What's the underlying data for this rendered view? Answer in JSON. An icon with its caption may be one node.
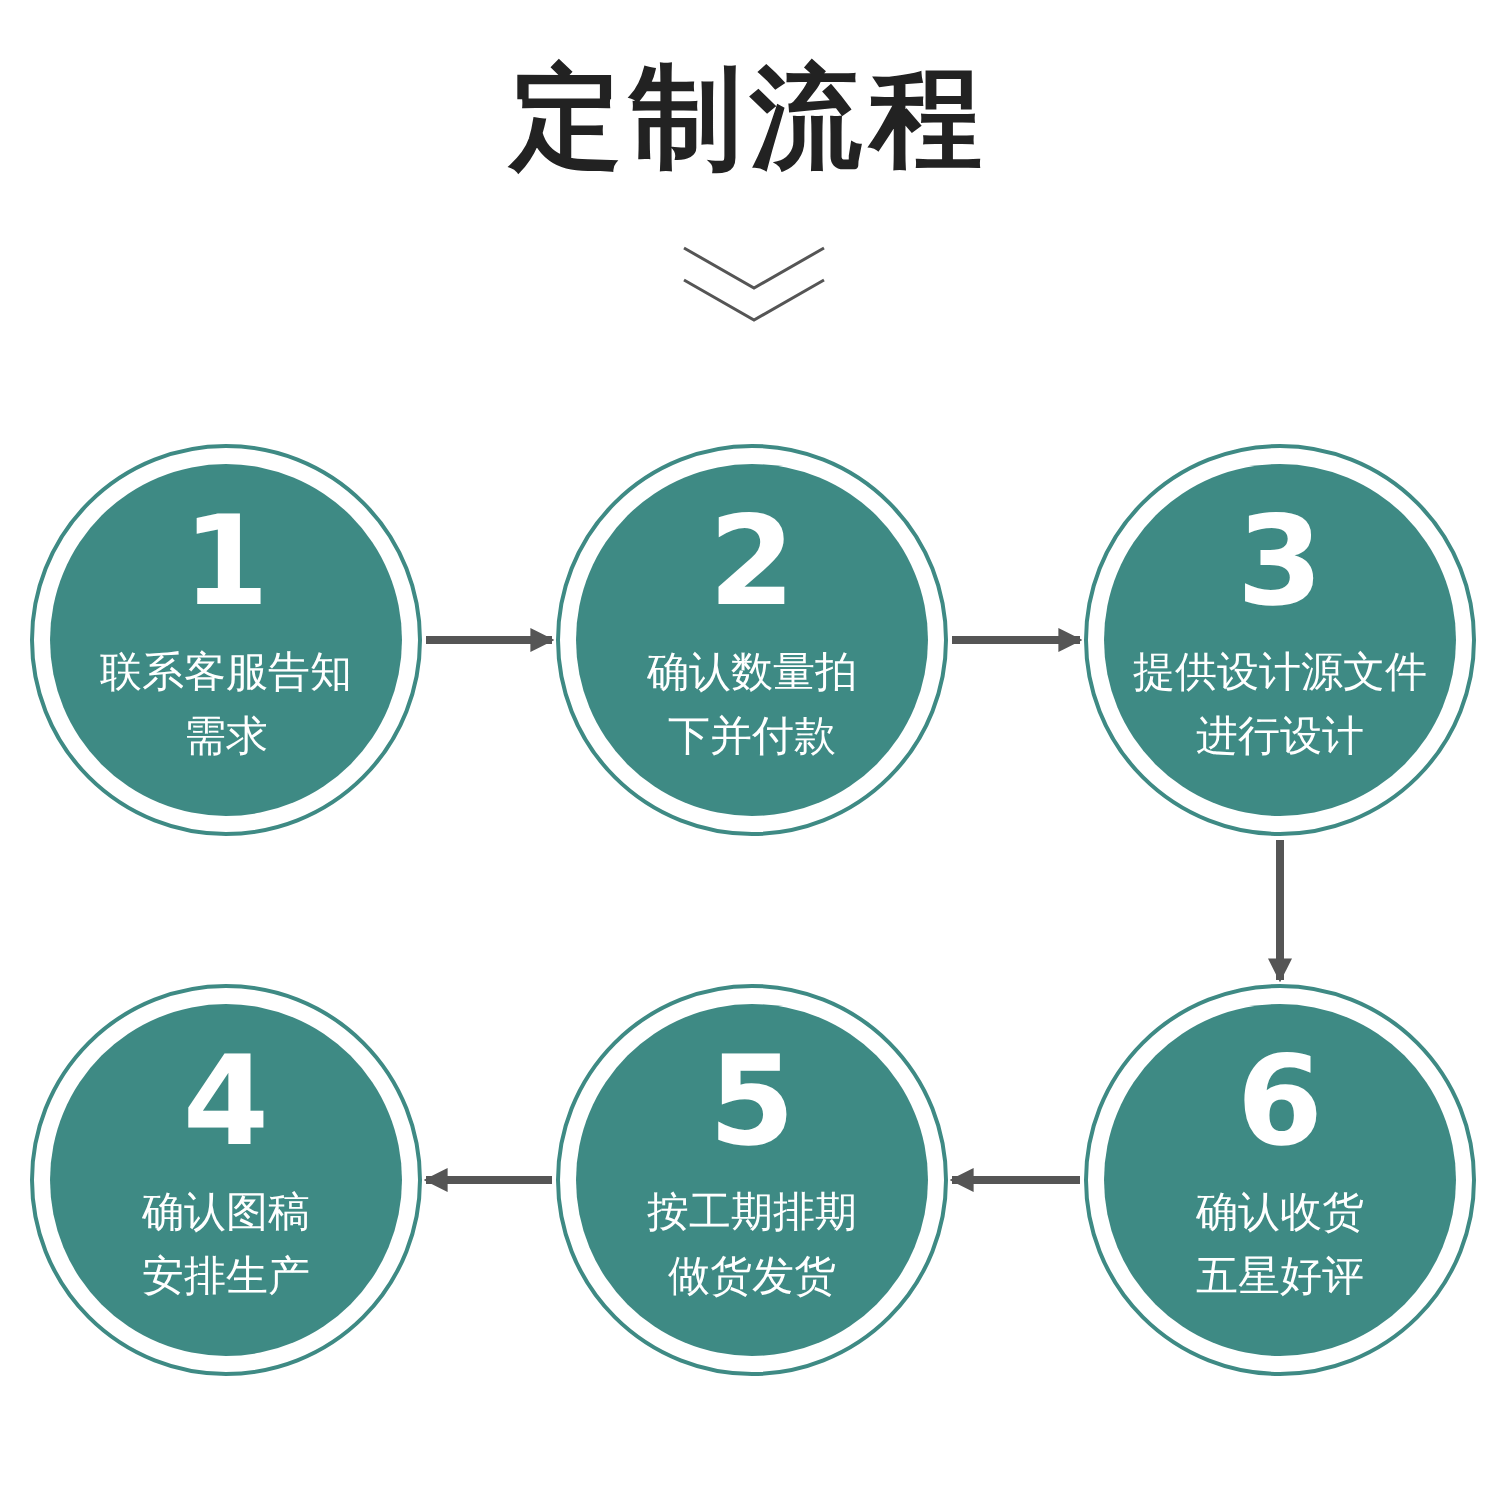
{
  "diagram": {
    "title": "定制流程",
    "nodes": [
      {
        "text": [
          "1",
          "联系客服告知需求"
        ]
      },
      {
        "text": [
          "2",
          "确认数量拍下并付款"
        ]
      },
      {
        "text": [
          "3",
          "提供设计源文件进行设计"
        ]
      },
      {
        "text": [
          "4",
          "确认图稿安排生产"
        ]
      },
      {
        "text": [
          "5",
          "按工期排期做货发货"
        ]
      },
      {
        "text": [
          "6",
          "确认收货五星好评"
        ]
      }
    ],
    "edges": [
      {
        "from": 0,
        "to": 1,
        "arrow": "to"
      },
      {
        "from": 1,
        "to": 2,
        "arrow": "to"
      },
      {
        "from": 2,
        "to": 5,
        "arrow": "to"
      },
      {
        "from": 5,
        "to": 4,
        "arrow": "to"
      },
      {
        "from": 4,
        "to": 3,
        "arrow": "to"
      }
    ]
  }
}
